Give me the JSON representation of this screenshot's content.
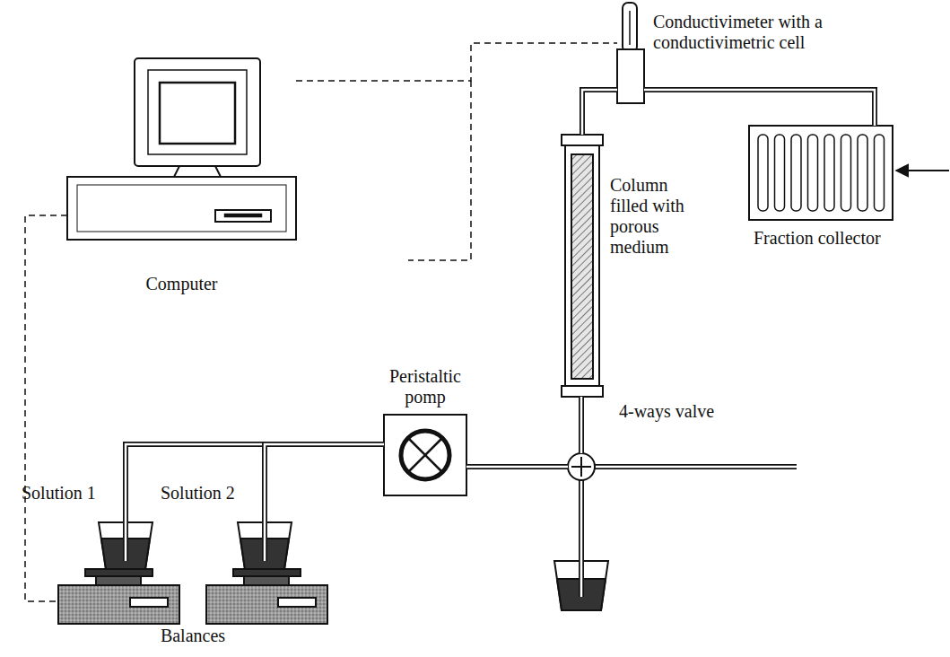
{
  "diagram": {
    "nodes": [
      {
        "text": [
          "Computer"
        ]
      },
      {
        "text": [
          "Conductivimeter with a conductivimetric cell"
        ]
      },
      {
        "text": [
          "Column filled with porous medium"
        ]
      },
      {
        "text": [
          "Fraction collector"
        ]
      },
      {
        "text": [
          "Peristaltic pomp"
        ]
      },
      {
        "text": [
          "4-ways valve"
        ]
      },
      {
        "text": [
          "Solution 1"
        ]
      },
      {
        "text": [
          "Solution 2"
        ]
      },
      {
        "text": [
          "Balances"
        ]
      }
    ],
    "edges": [
      {
        "from": 6,
        "to": 4,
        "arrow": "none"
      },
      {
        "from": 7,
        "to": 4,
        "arrow": "none"
      },
      {
        "from": 4,
        "to": 5,
        "arrow": "none"
      },
      {
        "from": 5,
        "to": 2,
        "arrow": "none"
      },
      {
        "from": 2,
        "to": 1,
        "arrow": "none"
      },
      {
        "from": 1,
        "to": 3,
        "arrow": "none"
      },
      {
        "from": 0,
        "to": 1,
        "arrow": "none"
      },
      {
        "from": 0,
        "to": 8,
        "arrow": "none"
      }
    ]
  }
}
